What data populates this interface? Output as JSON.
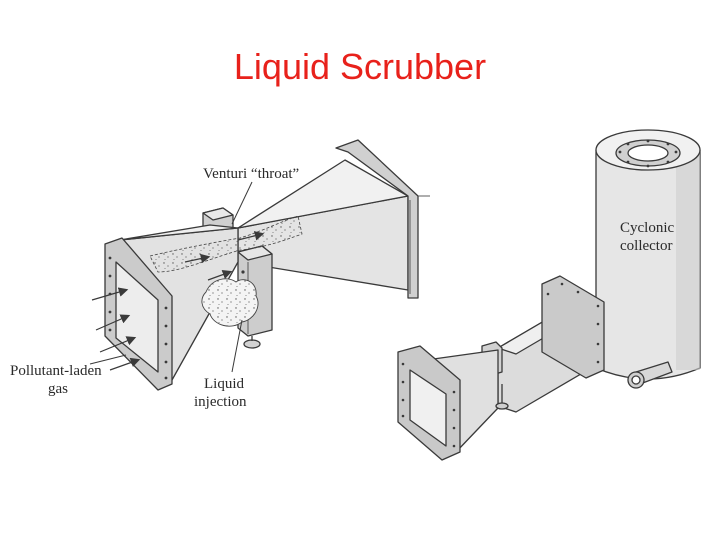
{
  "title": "Liquid Scrubber",
  "labels": {
    "venturi_throat": "Venturi “throat”",
    "cyclonic_line1": "Cyclonic",
    "cyclonic_line2": "collector",
    "pollutant_line1": "Pollutant-laden",
    "pollutant_line2": "gas",
    "liquid_line1": "Liquid",
    "liquid_line2": "injection"
  },
  "colors": {
    "title": "#e8211b",
    "metal_light": "#ececec",
    "metal_mid": "#d4d4d4",
    "metal_dark": "#b4b4b4",
    "outline": "#3a3a3a"
  }
}
